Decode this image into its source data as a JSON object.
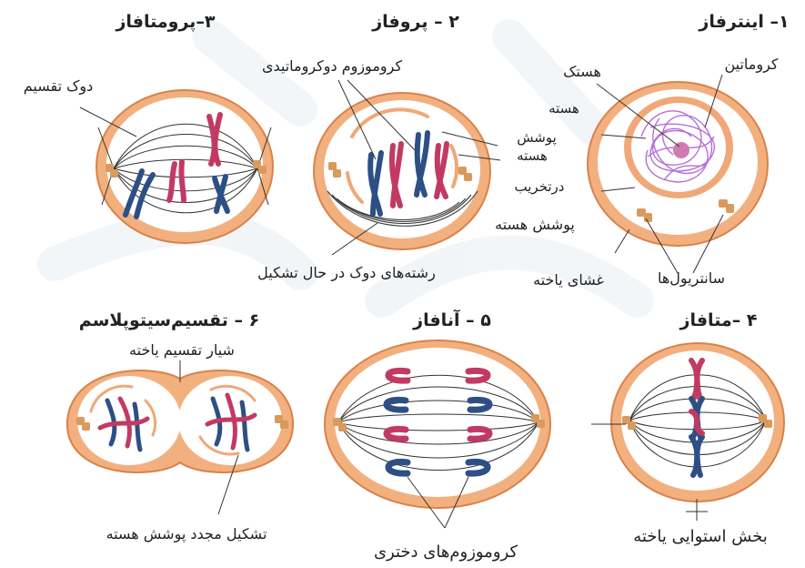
{
  "colors": {
    "cell_membrane": "#f2b07f",
    "cell_membrane_stroke": "#d9824a",
    "cytoplasm": "#ffffff",
    "nuclear_envelope": "#f0a878",
    "chromatin": "#b56fd6",
    "nucleolus": "#d17ab0",
    "chromosome_red": "#c23a63",
    "chromosome_blue": "#2d4f86",
    "centriole": "#d99a5b",
    "spindle": "#333333",
    "watermark": "#e9eef4"
  },
  "stages": {
    "interphase": {
      "title": "۱– اینترفاز"
    },
    "prophase": {
      "title": "۲ – پروفاز"
    },
    "prometaphase": {
      "title": "۳–پرومتافاز"
    },
    "metaphase": {
      "title": "۴ –متافاز"
    },
    "anaphase": {
      "title": "۵ – آنافاز"
    },
    "cytokinesis": {
      "title": "۶ – تقسیم‌سیتوپلاسم"
    }
  },
  "labels": {
    "nucleolus": "هستک",
    "chromatin": "کروماتین",
    "nucleus_line1": "هسته",
    "envelope_word": "پوشش",
    "nucleus_line2": "هسته",
    "degrading": "درتخریب",
    "nuclear_envelope": "پوشش هسته",
    "cell_membrane": "غشای یاخته",
    "centrioles": "سانتریول‌ها",
    "double_chromatid": "کروموزوم دوکروماتیدی",
    "spindle_forming": "رشته‌های دوک در حال تشکیل",
    "spindle": "دوک تقسیم",
    "cleavage_furrow": "شیار تقسیم یاخته",
    "reformation": "تشکیل مجدد پوشش هسته",
    "daughter_chromosomes": "کروموزوم‌های دختری",
    "equatorial_plane": "بخش استوایی یاخته"
  }
}
